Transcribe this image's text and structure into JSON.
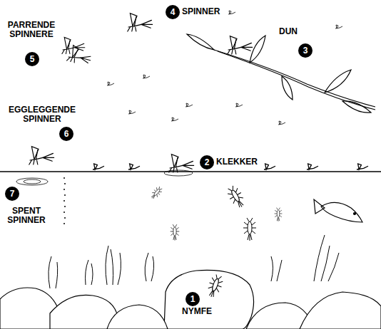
{
  "diagram": {
    "labels": [
      "4",
      "SPINNER",
      "PARRENDE SPINNERE",
      "5",
      "DUN",
      "3",
      "EGGLEGGENDE SPINNER",
      "6",
      "2",
      "KLEKKER",
      "7",
      "SPENT SPINNER",
      "1",
      "NYMFE"
    ]
  }
}
